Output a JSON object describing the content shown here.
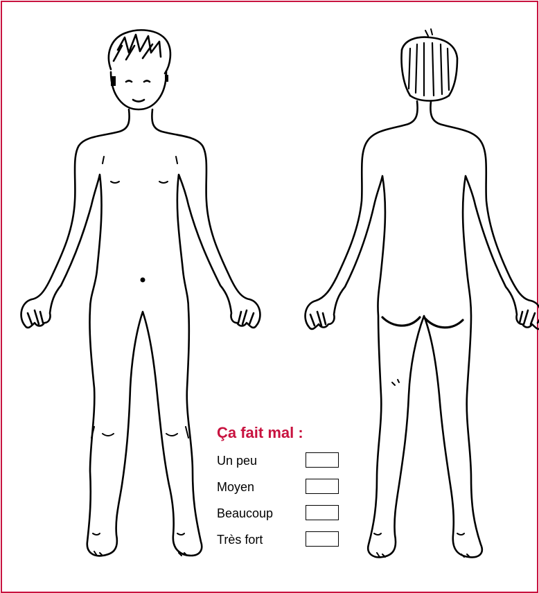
{
  "legend": {
    "title": "Ça fait mal :",
    "options": [
      {
        "label": "Un peu",
        "checked": false
      },
      {
        "label": "Moyen",
        "checked": false
      },
      {
        "label": "Beaucoup",
        "checked": false
      },
      {
        "label": "Très fort",
        "checked": false
      }
    ]
  },
  "colors": {
    "accent": "#c8123f",
    "line": "#000000"
  }
}
